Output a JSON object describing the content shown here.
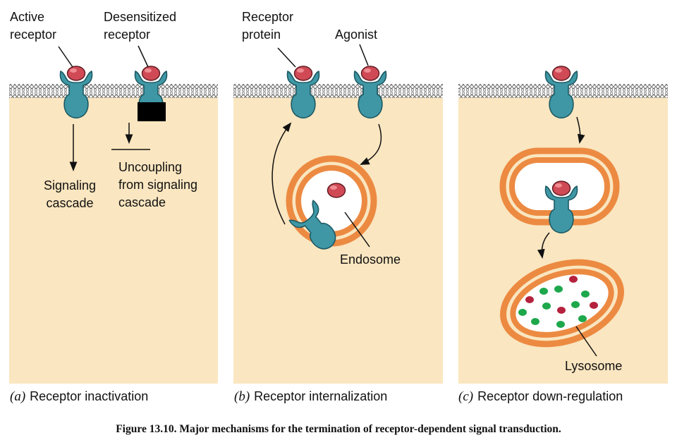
{
  "colors": {
    "panel": "#fae6c0",
    "receptor": "#3f97a5",
    "receptor_stroke": "#1d5963",
    "agonist": "#d04a55",
    "vesicle_orange": "#ec8a42",
    "lysosome_green": "#1ea84b",
    "lysosome_red": "#b5223d",
    "blocker": "#000000"
  },
  "panel_a": {
    "label_active_line1": "Active",
    "label_active_line2": "receptor",
    "label_desens_line1": "Desensitized",
    "label_desens_line2": "receptor",
    "label_signal_line1": "Signaling",
    "label_signal_line2": "cascade",
    "label_uncoupling_line1": "Uncoupling",
    "label_uncoupling_line2": "from signaling",
    "label_uncoupling_line3": "cascade",
    "caption_letter": "(a)",
    "caption_text": "Receptor inactivation"
  },
  "panel_b": {
    "label_receptor_line1": "Receptor",
    "label_receptor_line2": "protein",
    "label_agonist": "Agonist",
    "label_endosome": "Endosome",
    "caption_letter": "(b)",
    "caption_text": "Receptor internalization"
  },
  "panel_c": {
    "label_lysosome": "Lysosome",
    "caption_letter": "(c)",
    "caption_text": "Receptor down-regulation"
  },
  "figure_caption": "Figure 13.10.  Major mechanisms for the termination of receptor-dependent signal transduction."
}
